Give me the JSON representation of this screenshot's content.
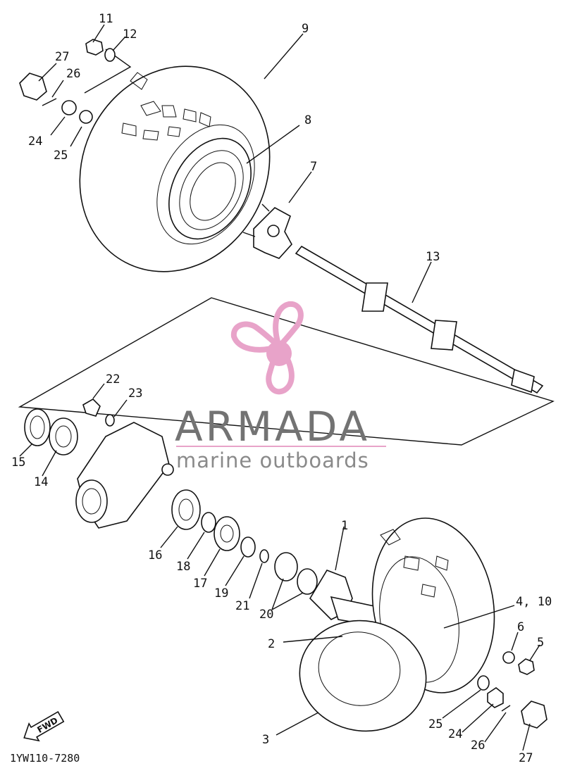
{
  "diagram": {
    "code": "1YW110-7280",
    "fwd_label": "FWD",
    "callouts": {
      "n11": "11",
      "n12": "12",
      "n9": "9",
      "n27a": "27",
      "n26a": "26",
      "n24a": "24",
      "n25a": "25",
      "n8": "8",
      "n7": "7",
      "n13": "13",
      "n22": "22",
      "n23": "23",
      "n15": "15",
      "n14": "14",
      "n16": "16",
      "n18": "18",
      "n17": "17",
      "n19": "19",
      "n21": "21",
      "n20": "20",
      "n1": "1",
      "n4_10": "4, 10",
      "n6": "6",
      "n5": "5",
      "n2": "2",
      "n25b": "25",
      "n24b": "24",
      "n26b": "26",
      "n27b": "27",
      "n3": "3"
    }
  },
  "watermark": {
    "title": "ARMADA",
    "subtitle": "marine outboards",
    "colors": {
      "logo": "#e8a3c9",
      "text": "#737373",
      "rule": "#e8a3c9"
    }
  }
}
